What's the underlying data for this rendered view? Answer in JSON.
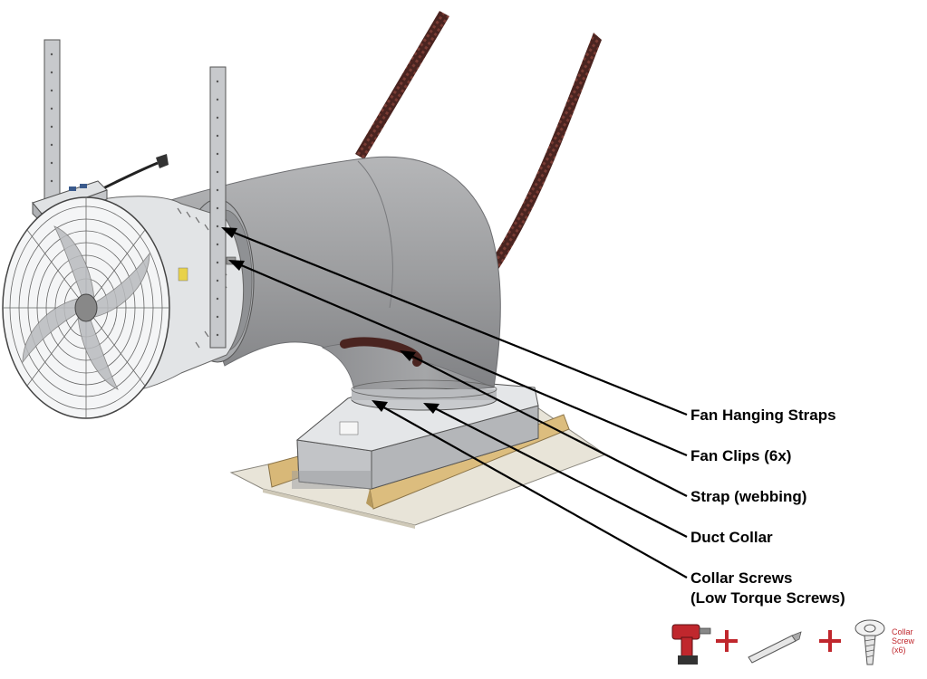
{
  "callouts": {
    "fan_hanging_straps": "Fan Hanging Straps",
    "fan_clips": "Fan Clips (6x)",
    "strap_webbing": "Strap (webbing)",
    "duct_collar": "Duct Collar",
    "collar_screws": "Collar Screws",
    "collar_screws_note": "(Low Torque Screws)"
  },
  "tools": {
    "items": [
      "drill-icon",
      "driver-bit-icon",
      "collar-screw-icon"
    ],
    "collar_screw_label": "Collar",
    "collar_screw_label2": "Screw",
    "collar_screw_qty": "(x6)",
    "accent_color": "#c0272d"
  },
  "colors": {
    "duct": "#9a9b9d",
    "fan_housing": "#dfe1e3",
    "webbing": "#5a2e2a",
    "board": "#e6e1d4",
    "lumber": "#d9b97a"
  }
}
